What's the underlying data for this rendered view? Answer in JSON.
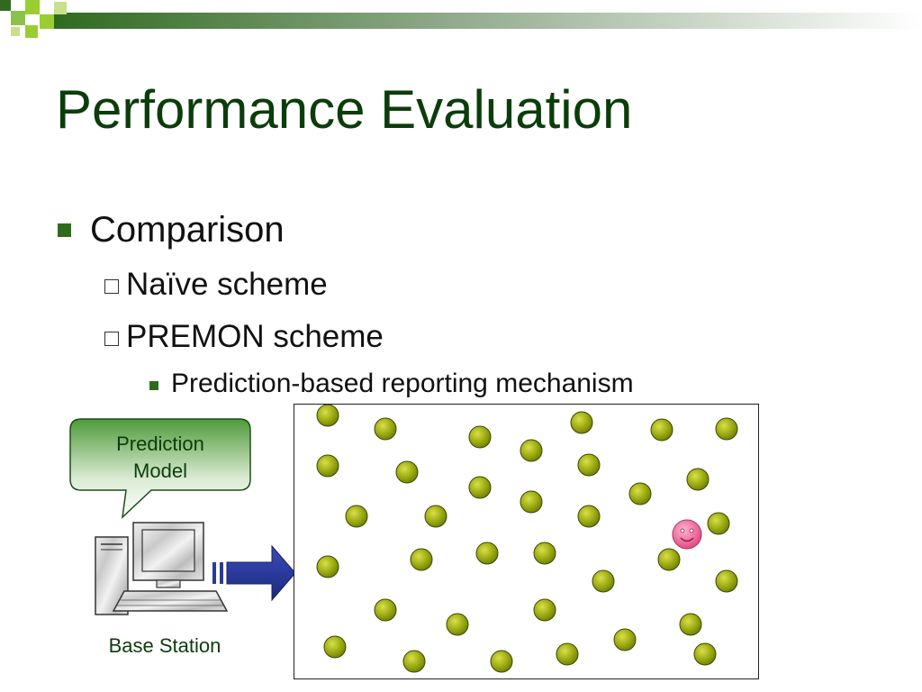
{
  "slide": {
    "title": "Performance Evaluation",
    "bullets": {
      "level1": "Comparison",
      "level2": [
        "Naïve scheme",
        "PREMON scheme"
      ],
      "level3": "Prediction-based reporting mechanism"
    },
    "callout": {
      "lines": [
        "Prediction",
        "Model"
      ]
    },
    "base_station_label": "Base Station"
  },
  "colors": {
    "title": "#0b3d0b",
    "accent": "#2f6b1e",
    "node_fill": "#9aa810",
    "node_highlight": "#d8e04a",
    "node_stroke": "#3b4a05",
    "smiley_fill": "#f06aa0",
    "arrow_fill": "#2a3a9c"
  },
  "icons": {
    "computer": "desktop-computer-icon",
    "arrow": "right-arrow-icon",
    "smiley": "smiley-face-icon"
  }
}
